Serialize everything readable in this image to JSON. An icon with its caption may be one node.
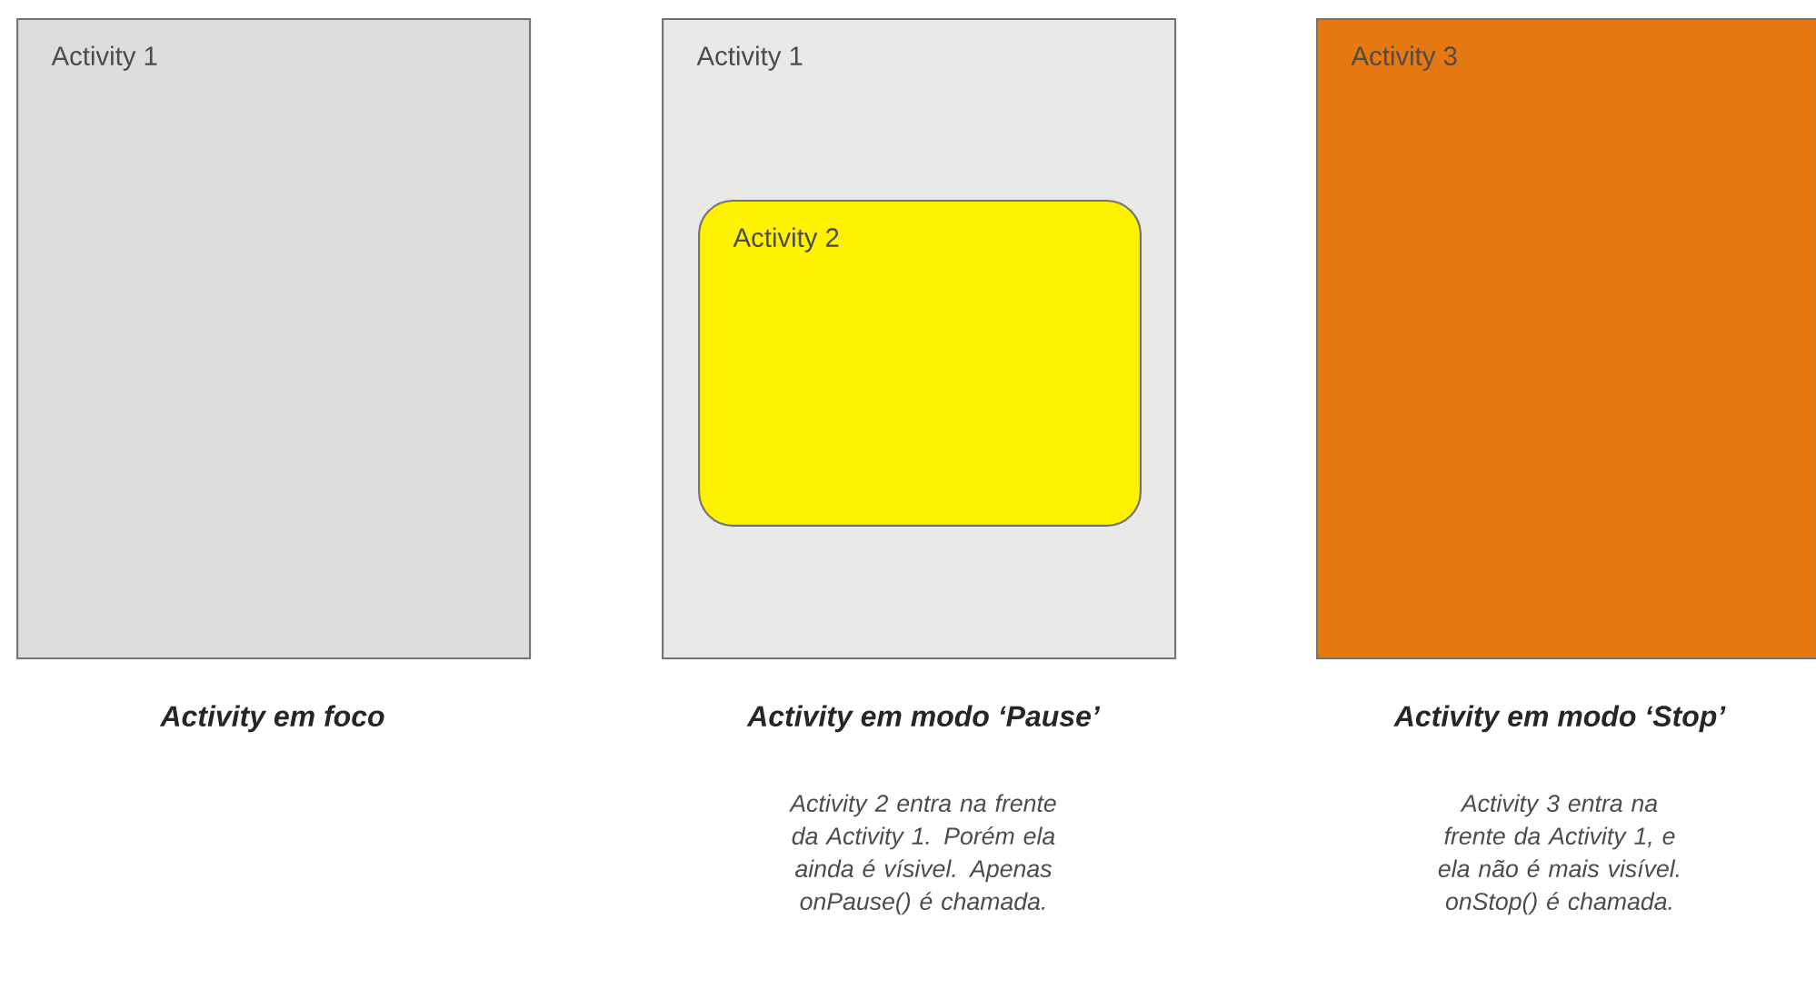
{
  "diagram": {
    "nodes": [
      {
        "text": [
          "Activity 1"
        ],
        "beside": [
          "Activity em foco"
        ]
      },
      {
        "text": [
          "Activity 1"
        ],
        "beside": [
          "Activity em modo ‘Pause’",
          "Activity 2 entra na frente da Activity 1. Porém ela ainda é vísivel. Apenas onPause() é chamada."
        ]
      },
      {
        "text": [
          "Activity 2"
        ],
        "in": 1
      },
      {
        "text": [
          "Activity 3"
        ],
        "beside": [
          "Activity em modo ‘Stop’",
          "Activity 3 entra na frente da Activity 1, e ela não é mais visível. onStop() é chamada."
        ]
      }
    ]
  }
}
